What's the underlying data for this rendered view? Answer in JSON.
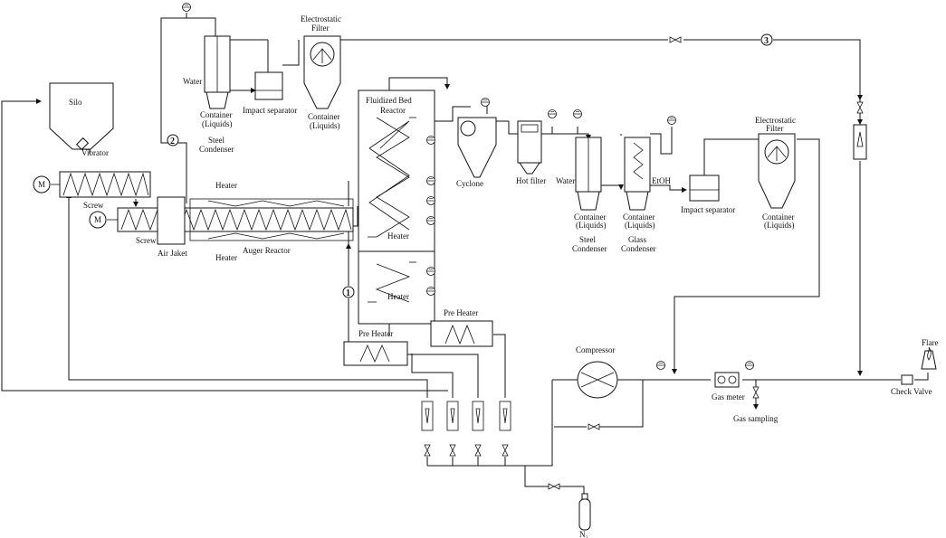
{
  "labels": {
    "silo": "Silo",
    "vibrator": "Vibrator",
    "motor": "M",
    "screw": "Screw",
    "air_jacket": "Air Jaket",
    "heater": "Heater",
    "auger_reactor": "Auger Reactor",
    "fluidized_bed_line1": "Fluidized Bed",
    "fluidized_bed_line2": "Reactor",
    "pre_heater": "Pre Heater",
    "cyclone": "Cyclone",
    "hot_filter": "Hot filter",
    "water": "Water",
    "etoh": "EtOH",
    "container_line1": "Container",
    "container_line2": "(Liquids)",
    "steel": "Steel",
    "glass": "Glass",
    "condenser": "Condenser",
    "impact_separator": "Impact separator",
    "electrostatic": "Electrostatic",
    "filter": "Filter",
    "compressor": "Compressor",
    "gas_meter": "Gas meter",
    "gas_sampling": "Gas sampling",
    "flare": "Flare",
    "check_valve": "Check Valve",
    "nitrogen": "N₂",
    "stream_1": "1",
    "stream_2": "2",
    "stream_3": "3"
  }
}
